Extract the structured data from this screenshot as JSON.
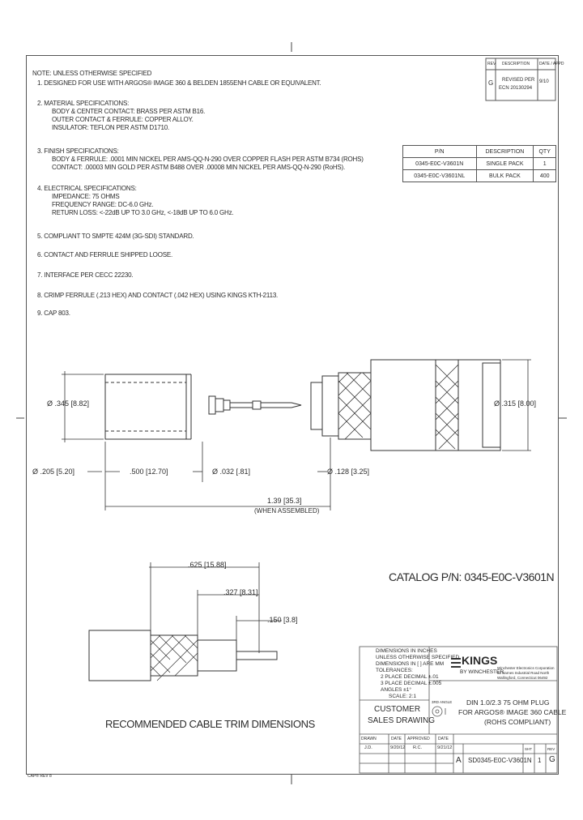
{
  "notes": {
    "header": "NOTE: UNLESS OTHERWISE SPECIFIED",
    "n1": "1. DESIGNED FOR USE WITH ARGOS® IMAGE 360 & BELDEN 1855ENH CABLE OR EQUIVALENT.",
    "n2": "2. MATERIAL SPECIFICATIONS:",
    "n2a": "BODY & CENTER CONTACT: BRASS PER ASTM B16.",
    "n2b": "OUTER CONTACT & FERRULE: COPPER ALLOY.",
    "n2c": "INSULATOR: TEFLON PER ASTM D1710.",
    "n3": "3. FINISH SPECIFICATIONS:",
    "n3a": "BODY & FERRULE: .0001 MIN NICKEL PER AMS-QQ-N-290 OVER COPPER FLASH PER ASTM B734 (ROHS)",
    "n3b": "CONTACT: .00003 MIN GOLD PER ASTM B488 OVER .00008 MIN NICKEL PER AMS-QQ-N-290 (RoHS).",
    "n4": "4. ELECTRICAL SPECIFICATIONS:",
    "n4a": "IMPEDANCE: 75 OHMS",
    "n4b": "FREQUENCY RANGE: DC-6.0 GHz.",
    "n4c": "RETURN LOSS: <-22dB UP TO 3.0 GHz, <-18dB UP TO 6.0 GHz.",
    "n5": "5. COMPLIANT TO SMPTE 424M (3G-SDI) STANDARD.",
    "n6": "6. CONTACT AND FERRULE SHIPPED LOOSE.",
    "n7": "7. INTERFACE PER CECC 22230.",
    "n8": "8. CRIMP FERRULE (.213 HEX) AND CONTACT (.042 HEX) USING KINGS KTH-2113.",
    "n9": "9. CAP 803."
  },
  "revision": {
    "h_rev": "REV",
    "h_desc": "DESCRIPTION",
    "h_date": "DATE / APPD",
    "rev": "G",
    "desc1": "REVISED PER",
    "desc2": "ECN 20130294",
    "date": "9/10"
  },
  "bom": {
    "headers": [
      "P/N",
      "DESCRIPTION",
      "QTY"
    ],
    "rows": [
      [
        "0345-E0C-V3601N",
        "SINGLE PACK",
        "1"
      ],
      [
        "0345-E0C-V3601NL",
        "BULK PACK",
        "400"
      ]
    ]
  },
  "dims": {
    "d_345": "Ø .345 [8.82]",
    "d_315": "Ø .315 [8.00]",
    "d_205": "Ø .205 [5.20]",
    "len_500": ".500 [12.70]",
    "d_032": "Ø .032 [.81]",
    "d_128": "Ø .128 [3.25]",
    "len_139": "1.39 [35.3]",
    "len_139_note": "(WHEN ASSEMBLED)",
    "trim_625": ".625 [15.88]",
    "trim_327": ".327 [8.31]",
    "trim_150": ".150 [3.8]"
  },
  "catalog": "CATALOG P/N: 0345-E0C-V3601N",
  "trim_title": "RECOMMENDED CABLE TRIM DIMENSIONS",
  "titleblock": {
    "std1": "DIMENSIONS IN INCHES",
    "std2": "UNLESS OTHERWISE SPECIFIED",
    "std3": "DIMENSIONS IN [ ] ARE MM",
    "std4": "TOLERANCES:",
    "std5": "2 PLACE DECIMAL ±.01",
    "std6": "3 PLACE DECIMAL ±.005",
    "std7": "ANGLES ±1°",
    "scale": "SCALE: 2:1",
    "brand": "KINGS",
    "brand_sub": "BY WINCHESTER",
    "company1": "Winchester Electronics Corporation",
    "company2": "62 Barnes Industrial Road North",
    "company3": "Wallingford, Connecticut 06492",
    "customer1": "CUSTOMER",
    "customer2": "SALES DRAWING",
    "third_angle": "3RD ANGLE",
    "desc1": "DIN 1.0/2.3 75 OHM PLUG",
    "desc2": "FOR ARGOS® IMAGE 360 CABLE",
    "desc3": "(ROHS COMPLIANT)",
    "drawn": "DRAWN",
    "date": "DATE",
    "approved": "APPROVED",
    "date2": "DATE",
    "drawn_val": "J.D.",
    "date_val": "9/20/12",
    "appd_val": "R.C.",
    "date2_val": "9/21/12",
    "size": "A",
    "dwg_no": "SD0345-E0C-V3601N",
    "sheet": "1",
    "rev_label": "REV",
    "rev_val": "G",
    "sheet_label": "SHT"
  },
  "corner": "CAP® REV 8"
}
